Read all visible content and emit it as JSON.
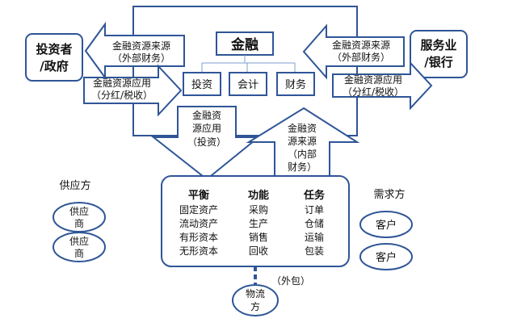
{
  "center": {
    "title": "金融",
    "children": [
      "投资",
      "会计",
      "财务"
    ]
  },
  "investor": [
    "投资者",
    "/政府"
  ],
  "service": [
    "服务业",
    "/银行"
  ],
  "left_arrow_top": [
    "金融资源来源",
    "（外部财务）"
  ],
  "left_arrow_bottom": [
    "金融资源应用",
    "（分红/税收）"
  ],
  "right_arrow_top": [
    "金融资源来源",
    "（外部财务）"
  ],
  "right_arrow_bottom": [
    "金融资源应用",
    "（分红/税收）"
  ],
  "down_arrow": [
    "金融资",
    "源应用",
    "（投资）"
  ],
  "up_arrow": [
    "金融资",
    "源来源",
    "（内部",
    "财务）"
  ],
  "supplier": {
    "label": "供应方",
    "items": [
      [
        "供应",
        "商"
      ],
      [
        "供应",
        "商"
      ]
    ]
  },
  "demand": {
    "label": "需求方",
    "items": [
      "客户",
      "客户"
    ]
  },
  "ops": {
    "headers": [
      "平衡",
      "功能",
      "任务"
    ],
    "balance": [
      "固定资产",
      "流动资产",
      "有形资本",
      "无形资本"
    ],
    "functions": [
      "采购",
      "生产",
      "销售",
      "回收"
    ],
    "tasks": [
      "订单",
      "仓储",
      "运输",
      "包装"
    ]
  },
  "logistics": {
    "label": [
      "物流",
      "方"
    ],
    "note": "（外包）"
  },
  "colors": {
    "outline": "#2f5597",
    "text": "#111111",
    "dash": "#2f5597"
  }
}
